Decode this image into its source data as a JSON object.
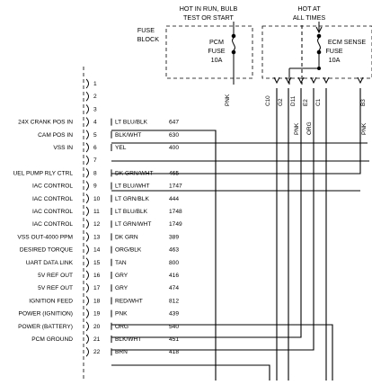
{
  "header": {
    "hot_run_line1": "HOT IN RUN, BULB",
    "hot_run_line2": "TEST OR START",
    "hot_at_line1": "HOT AT",
    "hot_at_line2": "ALL TIMES",
    "fuse_block_line1": "FUSE",
    "fuse_block_line2": "BLOCK"
  },
  "fuses": [
    {
      "line1": "PCM",
      "line2": "FUSE",
      "line3": "10A"
    },
    {
      "line1": "ECM SENSE",
      "line2": "FUSE",
      "line3": "10A"
    }
  ],
  "vertical_labels": {
    "pnk_a": "PNK",
    "c10": "C10",
    "g2": "G2",
    "d11": "D11",
    "e2": "E2",
    "c1": "C1",
    "b3": "B3",
    "pnk_b": "PNK",
    "org": "ORG",
    "pnk_c": "PNK"
  },
  "pins": [
    {
      "num": "1",
      "func": "",
      "color": "",
      "circuit": ""
    },
    {
      "num": "2",
      "func": "",
      "color": "",
      "circuit": ""
    },
    {
      "num": "3",
      "func": "",
      "color": "",
      "circuit": ""
    },
    {
      "num": "4",
      "func": "24X CRANK POS IN",
      "color": "LT BLU/BLK",
      "circuit": "647"
    },
    {
      "num": "5",
      "func": "CAM POS IN",
      "color": "BLK/WHT",
      "circuit": "630"
    },
    {
      "num": "6",
      "func": "VSS IN",
      "color": "YEL",
      "circuit": "400"
    },
    {
      "num": "7",
      "func": "",
      "color": "",
      "circuit": ""
    },
    {
      "num": "8",
      "func": "UEL PUMP RLY CTRL",
      "color": "DK GRN/WHT",
      "circuit": "465"
    },
    {
      "num": "9",
      "func": "IAC CONTROL",
      "color": "LT BLU/WHT",
      "circuit": "1747"
    },
    {
      "num": "10",
      "func": "IAC CONTROL",
      "color": "LT GRN/BLK",
      "circuit": "444"
    },
    {
      "num": "11",
      "func": "IAC CONTROL",
      "color": "LT BLU/BLK",
      "circuit": "1748"
    },
    {
      "num": "12",
      "func": "IAC CONTROL",
      "color": "LT GRN/WHT",
      "circuit": "1749"
    },
    {
      "num": "13",
      "func": "VSS OUT-4000 PPM",
      "color": "DK GRN",
      "circuit": "389"
    },
    {
      "num": "14",
      "func": "DESIRED TORQUE",
      "color": "ORG/BLK",
      "circuit": "463"
    },
    {
      "num": "15",
      "func": "UART DATA LINK",
      "color": "TAN",
      "circuit": "800"
    },
    {
      "num": "16",
      "func": "5V REF OUT",
      "color": "GRY",
      "circuit": "416"
    },
    {
      "num": "17",
      "func": "5V REF OUT",
      "color": "GRY",
      "circuit": "474"
    },
    {
      "num": "18",
      "func": "IGNITION FEED",
      "color": "RED/WHT",
      "circuit": "812"
    },
    {
      "num": "19",
      "func": "POWER (IGNITION)",
      "color": "PNK",
      "circuit": "439"
    },
    {
      "num": "20",
      "func": "POWER (BATTERY)",
      "color": "ORG",
      "circuit": "540"
    },
    {
      "num": "21",
      "func": "PCM GROUND",
      "color": "BLK/WHT",
      "circuit": "451"
    },
    {
      "num": "22",
      "func": "",
      "color": "BRN",
      "circuit": "418"
    }
  ]
}
